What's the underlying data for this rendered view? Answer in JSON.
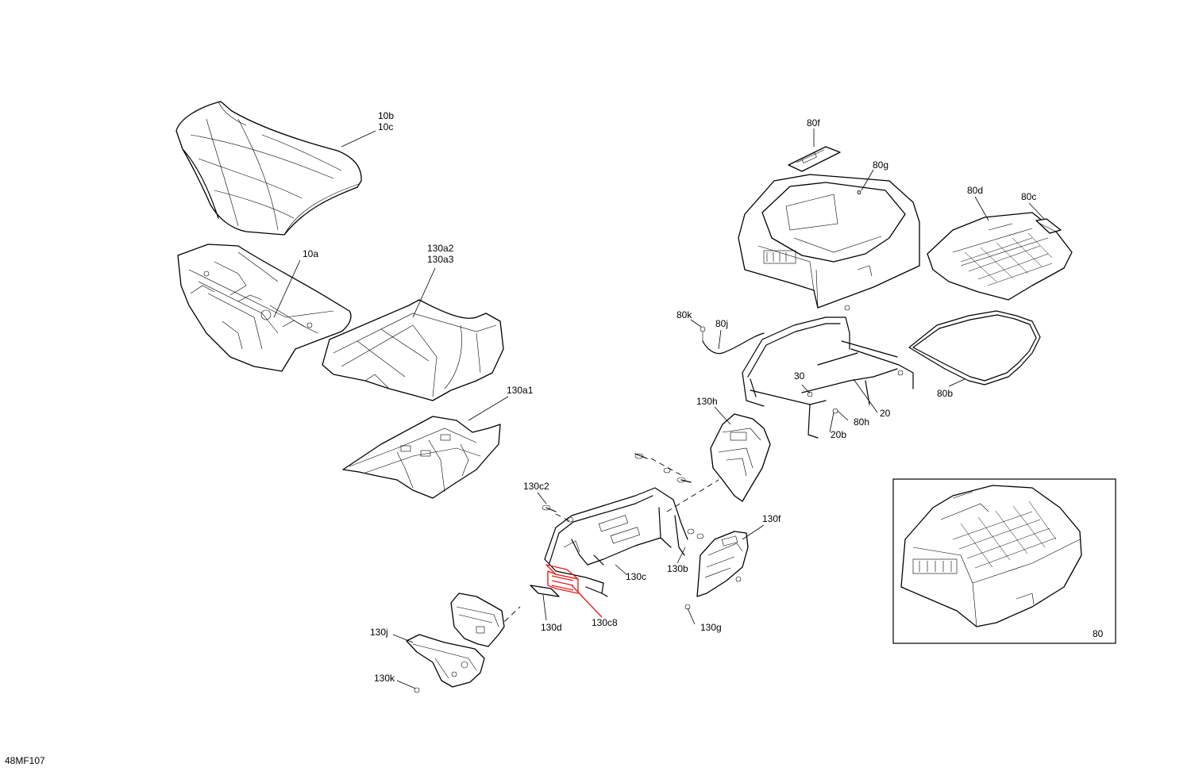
{
  "labels": {
    "l10b": "10b",
    "l10c": "10c",
    "l10a": "10a",
    "l130a2": "130a2",
    "l130a3": "130a3",
    "l130a1": "130a1",
    "l80f": "80f",
    "l80g": "80g",
    "l80d": "80d",
    "l80c": "80c",
    "l80k": "80k",
    "l80j": "80j",
    "l80b": "80b",
    "l80h": "80h",
    "l30": "30",
    "l20": "20",
    "l20b": "20b",
    "l130h": "130h",
    "l130c2": "130c2",
    "l130f": "130f",
    "l130b": "130b",
    "l130c": "130c",
    "l130d": "130d",
    "l130c8": "130c8",
    "l130g": "130g",
    "l130j": "130j",
    "l130k": "130k",
    "l80": "80",
    "code": "48MF107"
  },
  "colors": {
    "highlight": "#e8201d",
    "line": "#000000",
    "background": "#ffffff"
  }
}
